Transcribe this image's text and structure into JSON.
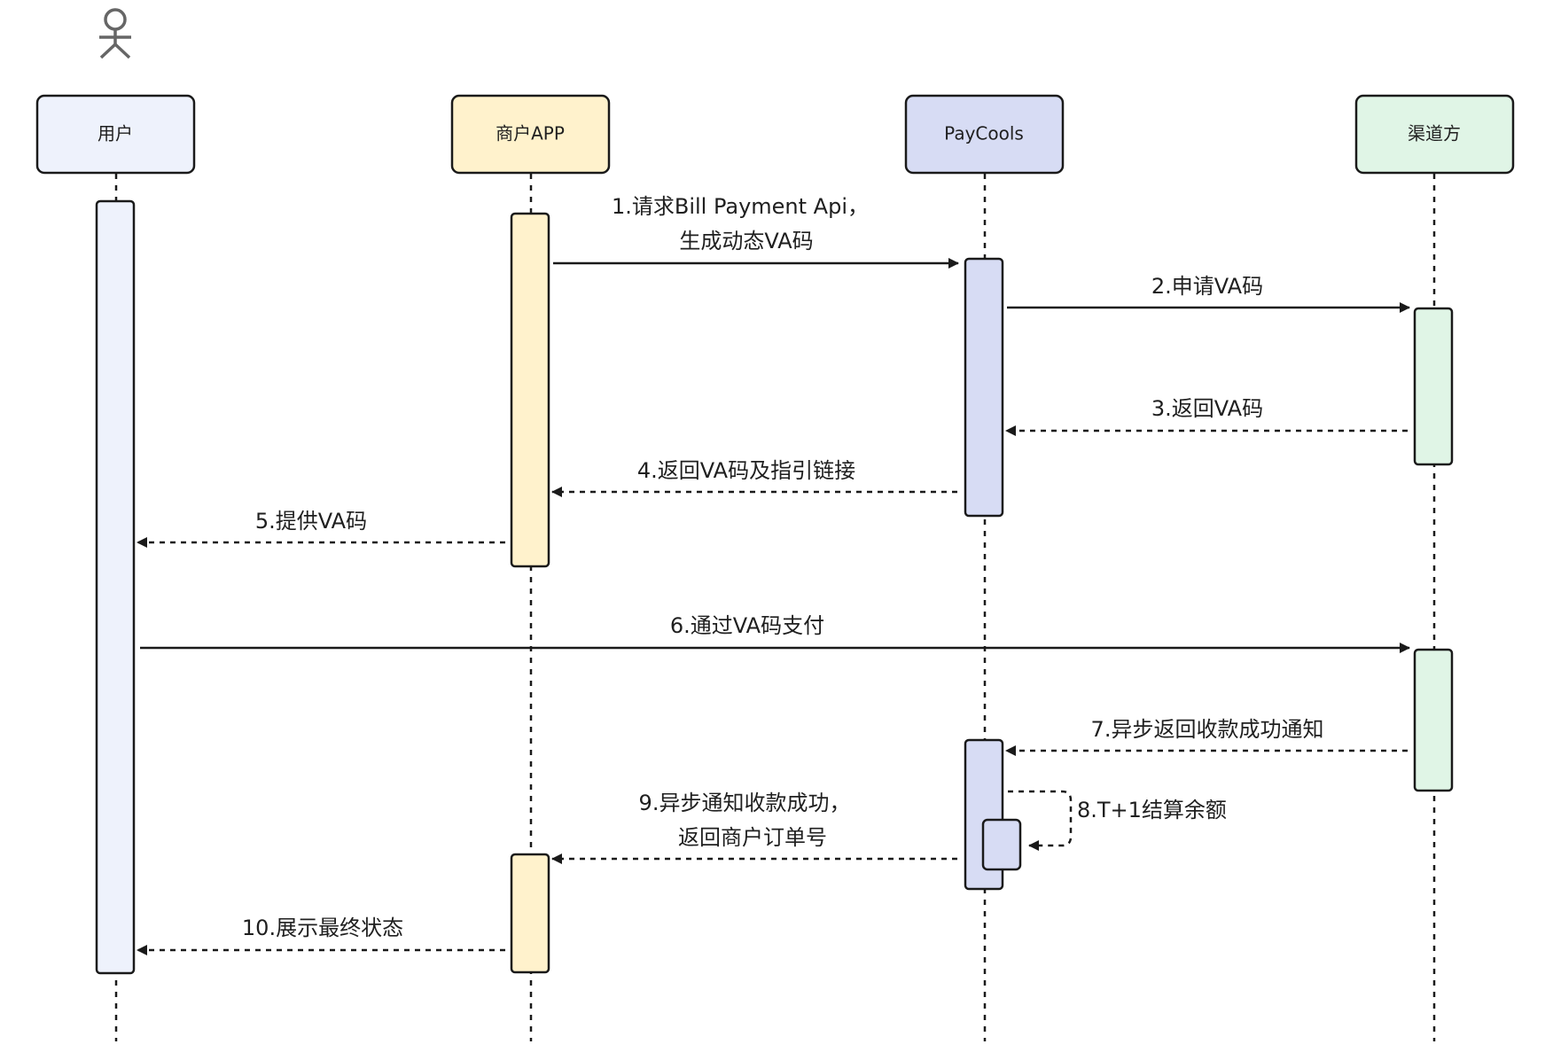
{
  "participants": [
    {
      "id": "user",
      "label": "用户",
      "fill": "#eef2fc",
      "has_actor_icon": true,
      "actor_icon": "person-stick-figure-icon"
    },
    {
      "id": "app",
      "label": "商户APP",
      "fill": "#fff2cc"
    },
    {
      "id": "paycools",
      "label": "PayCools",
      "fill": "#d7dcf4"
    },
    {
      "id": "channel",
      "label": "渠道方",
      "fill": "#e0f5e6"
    }
  ],
  "messages": [
    {
      "id": "m1",
      "from": "app",
      "to": "paycools",
      "style": "solid",
      "lines": [
        "1.请求Bill Payment Api，",
        "生成动态VA码"
      ]
    },
    {
      "id": "m2",
      "from": "paycools",
      "to": "channel",
      "style": "solid",
      "lines": [
        "2.申请VA码"
      ]
    },
    {
      "id": "m3",
      "from": "channel",
      "to": "paycools",
      "style": "dashed",
      "lines": [
        "3.返回VA码"
      ]
    },
    {
      "id": "m4",
      "from": "paycools",
      "to": "app",
      "style": "dashed",
      "lines": [
        "4.返回VA码及指引链接"
      ]
    },
    {
      "id": "m5",
      "from": "app",
      "to": "user",
      "style": "dashed",
      "lines": [
        "5.提供VA码"
      ]
    },
    {
      "id": "m6",
      "from": "user",
      "to": "channel",
      "style": "solid",
      "lines": [
        "6.通过VA码支付"
      ]
    },
    {
      "id": "m7",
      "from": "channel",
      "to": "paycools",
      "style": "dashed",
      "lines": [
        "7.异步返回收款成功通知"
      ]
    },
    {
      "id": "m8",
      "from": "paycools",
      "to": "paycools",
      "style": "dashed",
      "self": true,
      "lines": [
        "8.T+1结算余额"
      ]
    },
    {
      "id": "m9",
      "from": "paycools",
      "to": "app",
      "style": "dashed",
      "lines": [
        "9.异步通知收款成功，",
        "返回商户订单号"
      ]
    },
    {
      "id": "m10",
      "from": "app",
      "to": "user",
      "style": "dashed",
      "lines": [
        "10.展示最终状态"
      ]
    }
  ],
  "colors": {
    "stroke": "#1a1a1a",
    "lifeline": "#1a1a1a",
    "text": "#1f1f1f",
    "actor_icon": "#666666"
  }
}
